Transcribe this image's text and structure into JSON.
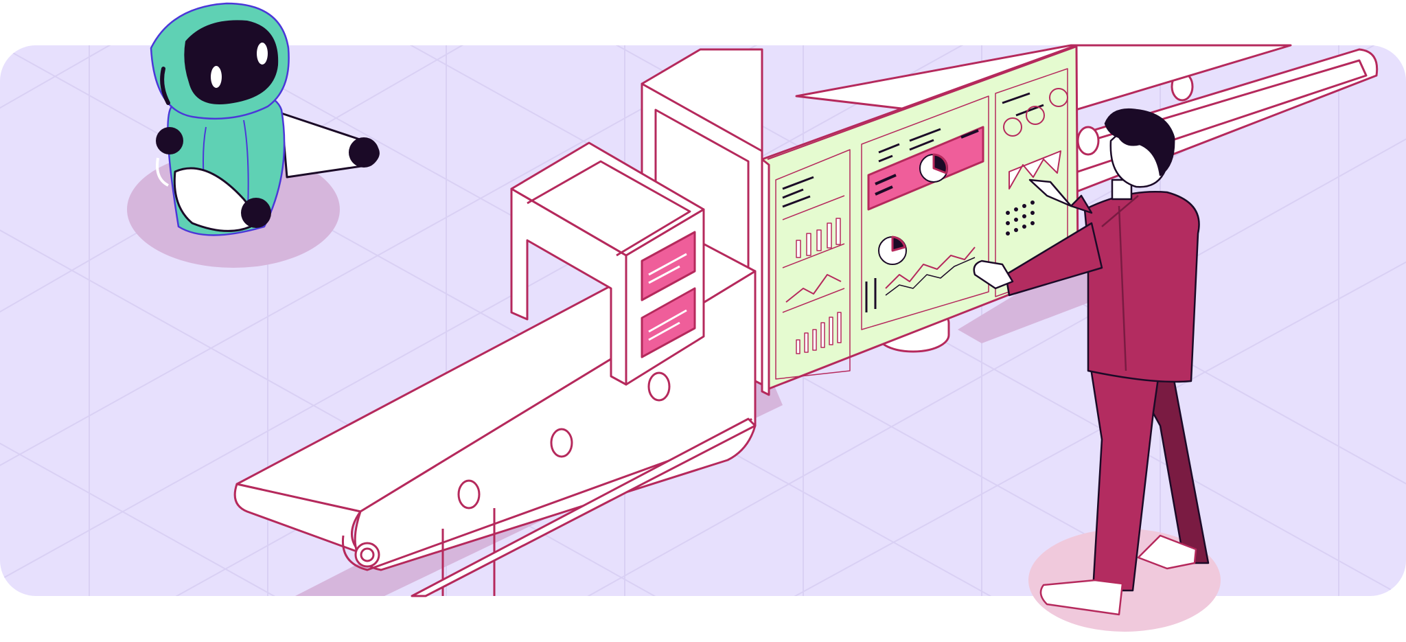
{
  "palette": {
    "background": "#ffffff",
    "floor": "#e7e0fd",
    "floor_grid": "#d9d0f4",
    "shadow": "#d6b6dc",
    "outline": "#b5295c",
    "machine_fill": "#ffffff",
    "screen_fill": "#e5fbd0",
    "accent_pink": "#ef5e9a",
    "suit": "#b32c60",
    "suit_dark": "#7a1b42",
    "robot_body": "#5fd1b4",
    "robot_face": "#1b0a27",
    "robot_line": "#4b37d8"
  },
  "icons": {
    "robot": "robot-figure",
    "conveyor": "conveyor-belt",
    "scanner": "scanner-gate",
    "dashboard": "analytics-dashboard-screen",
    "person": "businessman-figure"
  }
}
